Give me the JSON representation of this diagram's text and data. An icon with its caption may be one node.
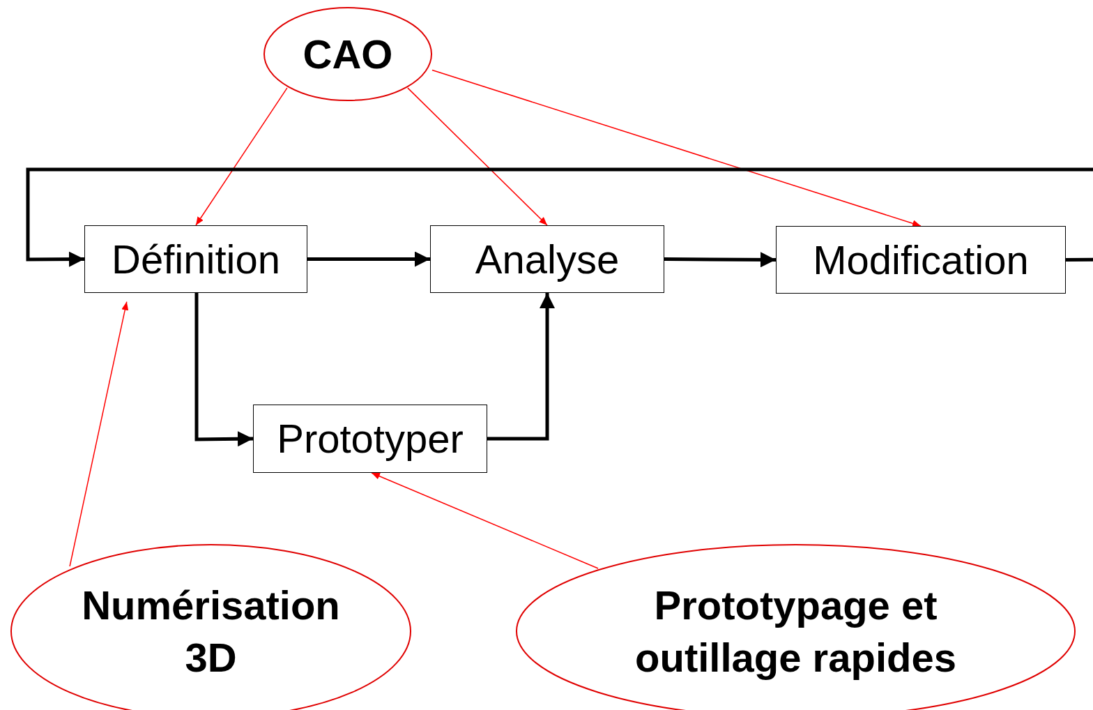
{
  "diagram": {
    "nodes": [
      {
        "text": [
          "CAO"
        ]
      },
      {
        "text": [
          "Définition"
        ]
      },
      {
        "text": [
          "Analyse"
        ]
      },
      {
        "text": [
          "Modification"
        ]
      },
      {
        "text": [
          "Prototyper"
        ]
      },
      {
        "text": [
          "Numérisation 3D"
        ]
      },
      {
        "text": [
          "Prototypage et outillage rapides"
        ]
      }
    ],
    "edges": [
      {
        "from": 0,
        "to": 1,
        "arrow": "to",
        "color": "#ff0000"
      },
      {
        "from": 0,
        "to": 2,
        "arrow": "to",
        "color": "#ff0000"
      },
      {
        "from": 0,
        "to": 3,
        "arrow": "to",
        "color": "#ff0000"
      },
      {
        "from": 1,
        "to": 2,
        "arrow": "to",
        "style": "thick",
        "color": "#000000"
      },
      {
        "from": 2,
        "to": 3,
        "arrow": "to",
        "style": "thick",
        "color": "#000000"
      },
      {
        "from": 3,
        "to": 1,
        "arrow": "to",
        "style": "thick",
        "color": "#000000"
      },
      {
        "from": 1,
        "to": 4,
        "arrow": "to",
        "style": "thick",
        "color": "#000000"
      },
      {
        "from": 4,
        "to": 2,
        "arrow": "to",
        "style": "thick",
        "color": "#000000"
      },
      {
        "from": 5,
        "to": 1,
        "arrow": "to",
        "color": "#ff0000"
      },
      {
        "from": 6,
        "to": 4,
        "arrow": "to",
        "color": "#ff0000"
      }
    ]
  }
}
